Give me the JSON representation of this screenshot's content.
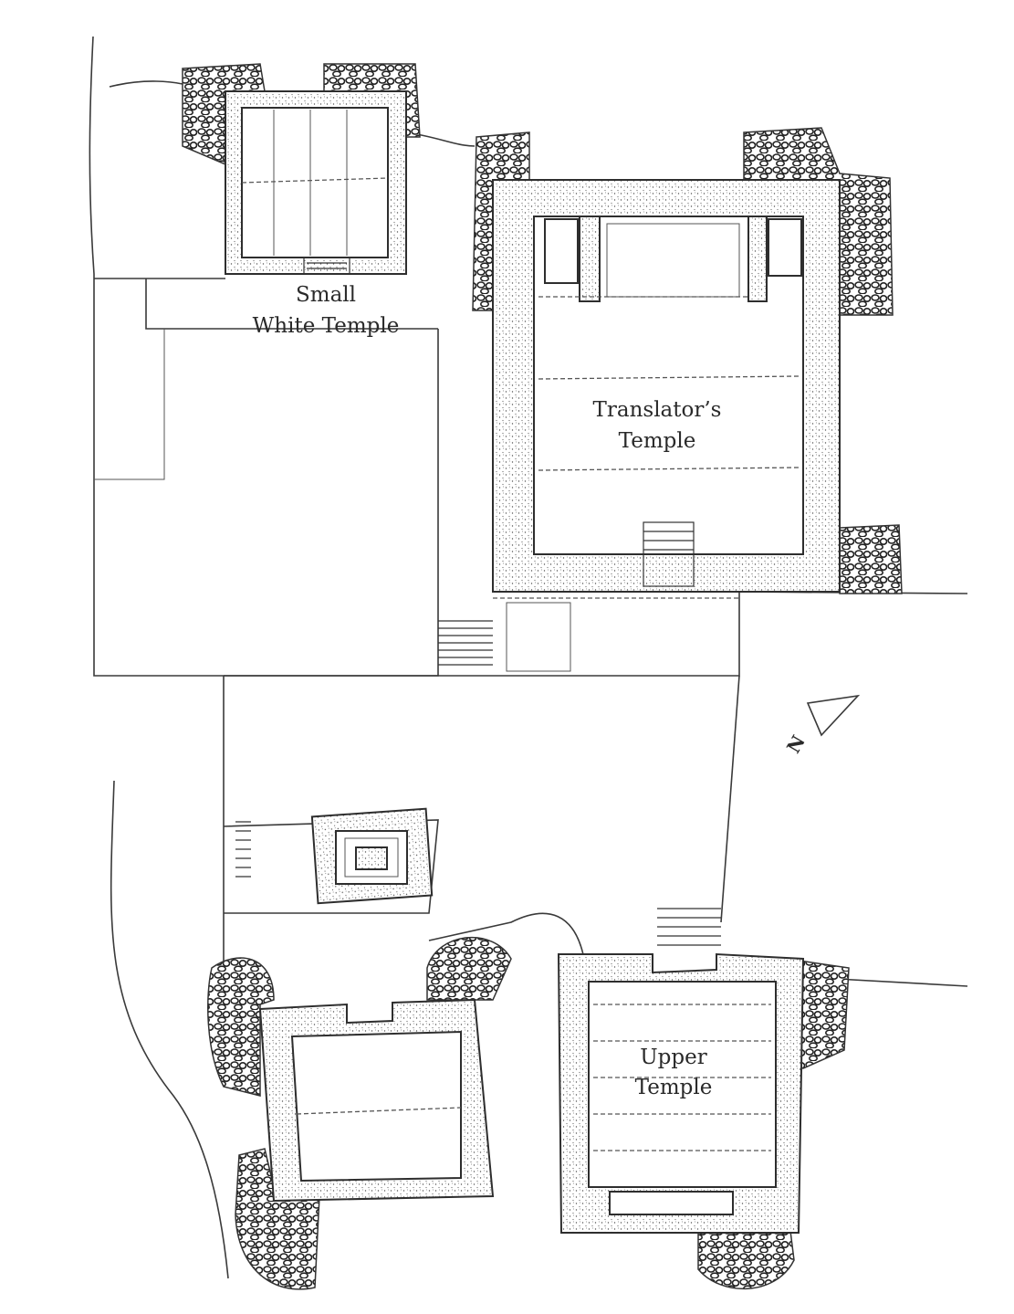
{
  "labels": {
    "small_white_temple": [
      "Small",
      "White Temple"
    ],
    "translators_temple": [
      "Translator’s",
      "Temple"
    ],
    "upper_temple": [
      "Upper",
      "Temple"
    ],
    "north": "N"
  },
  "colors": {
    "ink": "#2e2e2e",
    "paper": "#ffffff"
  }
}
